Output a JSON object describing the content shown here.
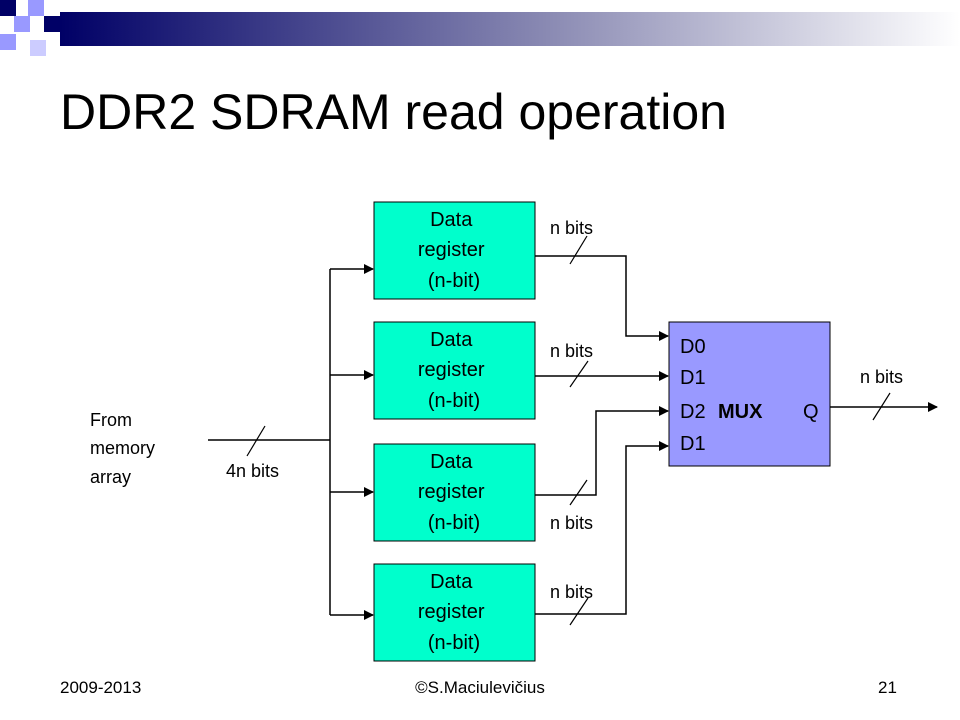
{
  "slide": {
    "title": "DDR2 SDRAM read operation",
    "footer_left": "2009-2013",
    "footer_center": "©S.Maciulevičius",
    "footer_right": "21",
    "accent_color": "#9999ff",
    "navy_color": "#000066"
  },
  "diagram": {
    "source": [
      "From",
      "memory",
      "array"
    ],
    "source_width_label": "4n bits",
    "registers": [
      {
        "lines": [
          "Data",
          "register",
          "(n-bit)"
        ]
      },
      {
        "lines": [
          "Data",
          "register",
          "(n-bit)"
        ]
      },
      {
        "lines": [
          "Data",
          "register",
          "(n-bit)"
        ]
      },
      {
        "lines": [
          "Data",
          "register",
          "(n-bit)"
        ]
      }
    ],
    "register_width_labels": [
      "n bits",
      "n bits",
      "n bits",
      "n bits"
    ],
    "mux": {
      "inputs": [
        "D0",
        "D1",
        "D2",
        "D1"
      ],
      "name": "MUX",
      "output": "Q"
    },
    "output_width_label": "n bits",
    "register_fill": "#00ffcc",
    "mux_fill": "#9999ff"
  }
}
